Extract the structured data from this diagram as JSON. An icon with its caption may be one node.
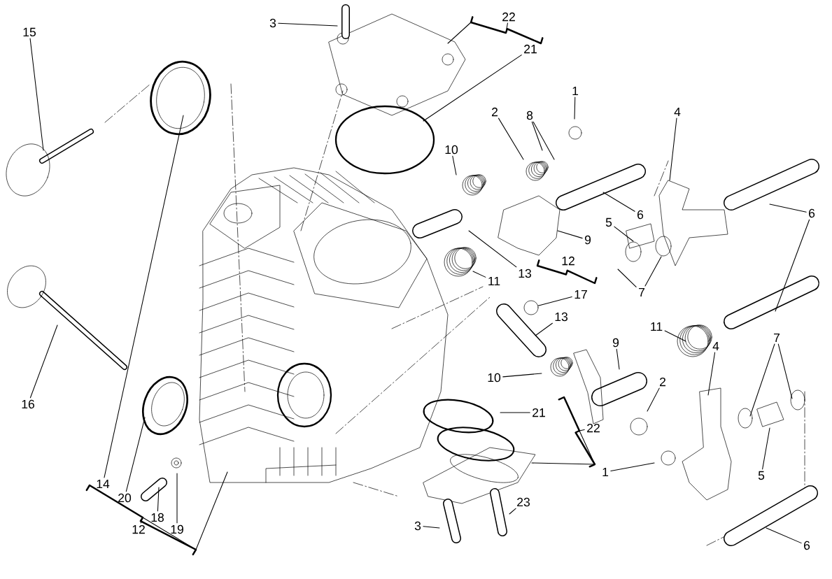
{
  "diagram": {
    "nodes": [
      {
        "text": [
          "3"
        ]
      },
      {
        "text": [
          "22"
        ]
      },
      {
        "text": [
          "21"
        ]
      },
      {
        "text": [
          "15"
        ]
      },
      {
        "text": [
          "1"
        ]
      },
      {
        "text": [
          "8"
        ]
      },
      {
        "text": [
          "2"
        ]
      },
      {
        "text": [
          "10"
        ]
      },
      {
        "text": [
          "4"
        ]
      },
      {
        "text": [
          "6"
        ]
      },
      {
        "text": [
          "6"
        ]
      },
      {
        "text": [
          "5"
        ]
      },
      {
        "text": [
          "9"
        ]
      },
      {
        "text": [
          "12"
        ]
      },
      {
        "text": [
          "13"
        ]
      },
      {
        "text": [
          "11"
        ]
      },
      {
        "text": [
          "17"
        ]
      },
      {
        "text": [
          "7"
        ]
      },
      {
        "text": [
          "13"
        ]
      },
      {
        "text": [
          "9"
        ]
      },
      {
        "text": [
          "11"
        ]
      },
      {
        "text": [
          "16"
        ]
      },
      {
        "text": [
          "10"
        ]
      },
      {
        "text": [
          "2"
        ]
      },
      {
        "text": [
          "4"
        ]
      },
      {
        "text": [
          "7"
        ]
      },
      {
        "text": [
          "21"
        ]
      },
      {
        "text": [
          "22"
        ]
      },
      {
        "text": [
          "1"
        ]
      },
      {
        "text": [
          "5"
        ]
      },
      {
        "text": [
          "14"
        ]
      },
      {
        "text": [
          "20"
        ]
      },
      {
        "text": [
          "12"
        ]
      },
      {
        "text": [
          "18"
        ]
      },
      {
        "text": [
          "19"
        ]
      },
      {
        "text": [
          "3"
        ]
      },
      {
        "text": [
          "23"
        ]
      },
      {
        "text": [
          "6"
        ]
      },
      {
        "text": [],
        "shape": "circle"
      }
    ],
    "edges": [
      {
        "from": 0,
        "to": null,
        "arrow": "none"
      },
      {
        "from": 1,
        "to": null,
        "arrow": "none"
      },
      {
        "from": 2,
        "to": null,
        "arrow": "none"
      },
      {
        "from": 3,
        "to": null,
        "arrow": "none"
      },
      {
        "from": 4,
        "to": null,
        "arrow": "none"
      },
      {
        "from": 5,
        "to": null,
        "arrow": "none"
      },
      {
        "from": 5,
        "to": null,
        "arrow": "none"
      },
      {
        "from": 6,
        "to": null,
        "arrow": "none"
      },
      {
        "from": 7,
        "to": null,
        "arrow": "none"
      },
      {
        "from": 8,
        "to": null,
        "arrow": "none"
      },
      {
        "from": 9,
        "to": null,
        "arrow": "none"
      },
      {
        "from": 10,
        "to": null,
        "arrow": "none"
      },
      {
        "from": 10,
        "to": null,
        "arrow": "none"
      },
      {
        "from": 11,
        "to": null,
        "arrow": "none"
      },
      {
        "from": 12,
        "to": null,
        "arrow": "none"
      },
      {
        "from": 14,
        "to": null,
        "arrow": "none"
      },
      {
        "from": 15,
        "to": null,
        "arrow": "none"
      },
      {
        "from": 16,
        "to": 38,
        "arrow": "none"
      },
      {
        "from": 17,
        "to": null,
        "arrow": "none"
      },
      {
        "from": 17,
        "to": null,
        "arrow": "none"
      },
      {
        "from": 18,
        "to": null,
        "arrow": "none"
      },
      {
        "from": 19,
        "to": null,
        "arrow": "none"
      },
      {
        "from": 20,
        "to": null,
        "arrow": "none"
      },
      {
        "from": 21,
        "to": null,
        "arrow": "none"
      },
      {
        "from": 22,
        "to": null,
        "arrow": "none"
      },
      {
        "from": 23,
        "to": null,
        "arrow": "none"
      },
      {
        "from": 24,
        "to": null,
        "arrow": "none"
      },
      {
        "from": 25,
        "to": null,
        "arrow": "none"
      },
      {
        "from": 25,
        "to": null,
        "arrow": "none"
      },
      {
        "from": 26,
        "to": null,
        "arrow": "none"
      },
      {
        "from": 27,
        "to": null,
        "arrow": "none"
      },
      {
        "from": 28,
        "to": null,
        "arrow": "none"
      },
      {
        "from": 29,
        "to": null,
        "arrow": "none"
      },
      {
        "from": 30,
        "to": null,
        "arrow": "none"
      },
      {
        "from": 31,
        "to": null,
        "arrow": "none"
      },
      {
        "from": 32,
        "to": null,
        "arrow": "none"
      },
      {
        "from": 33,
        "to": null,
        "arrow": "none"
      },
      {
        "from": 34,
        "to": null,
        "arrow": "none"
      },
      {
        "from": 35,
        "to": null,
        "arrow": "none"
      },
      {
        "from": 36,
        "to": null,
        "arrow": "none"
      },
      {
        "from": 37,
        "to": null,
        "arrow": "none"
      }
    ]
  }
}
